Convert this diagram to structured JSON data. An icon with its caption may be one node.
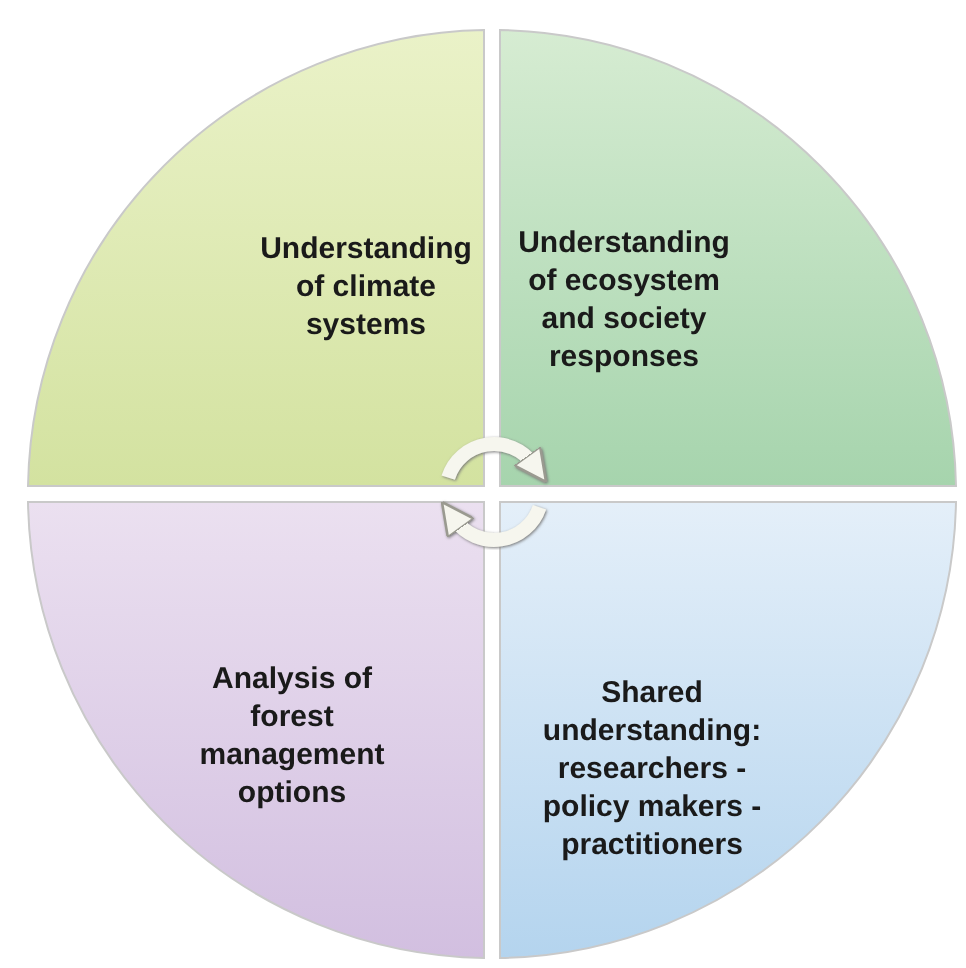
{
  "diagram": {
    "nodes": [
      {
        "text": [
          "Understanding of climate systems"
        ]
      },
      {
        "text": [
          "Understanding of ecosystem and society responses"
        ]
      },
      {
        "text": [
          "Analysis of forest management options"
        ]
      },
      {
        "text": [
          "Shared understanding: researchers - policy makers - practitioners"
        ]
      }
    ],
    "edges": [
      {
        "from": 0,
        "to": 1,
        "arrow": "to"
      },
      {
        "from": 3,
        "to": 2,
        "arrow": "to"
      }
    ]
  }
}
